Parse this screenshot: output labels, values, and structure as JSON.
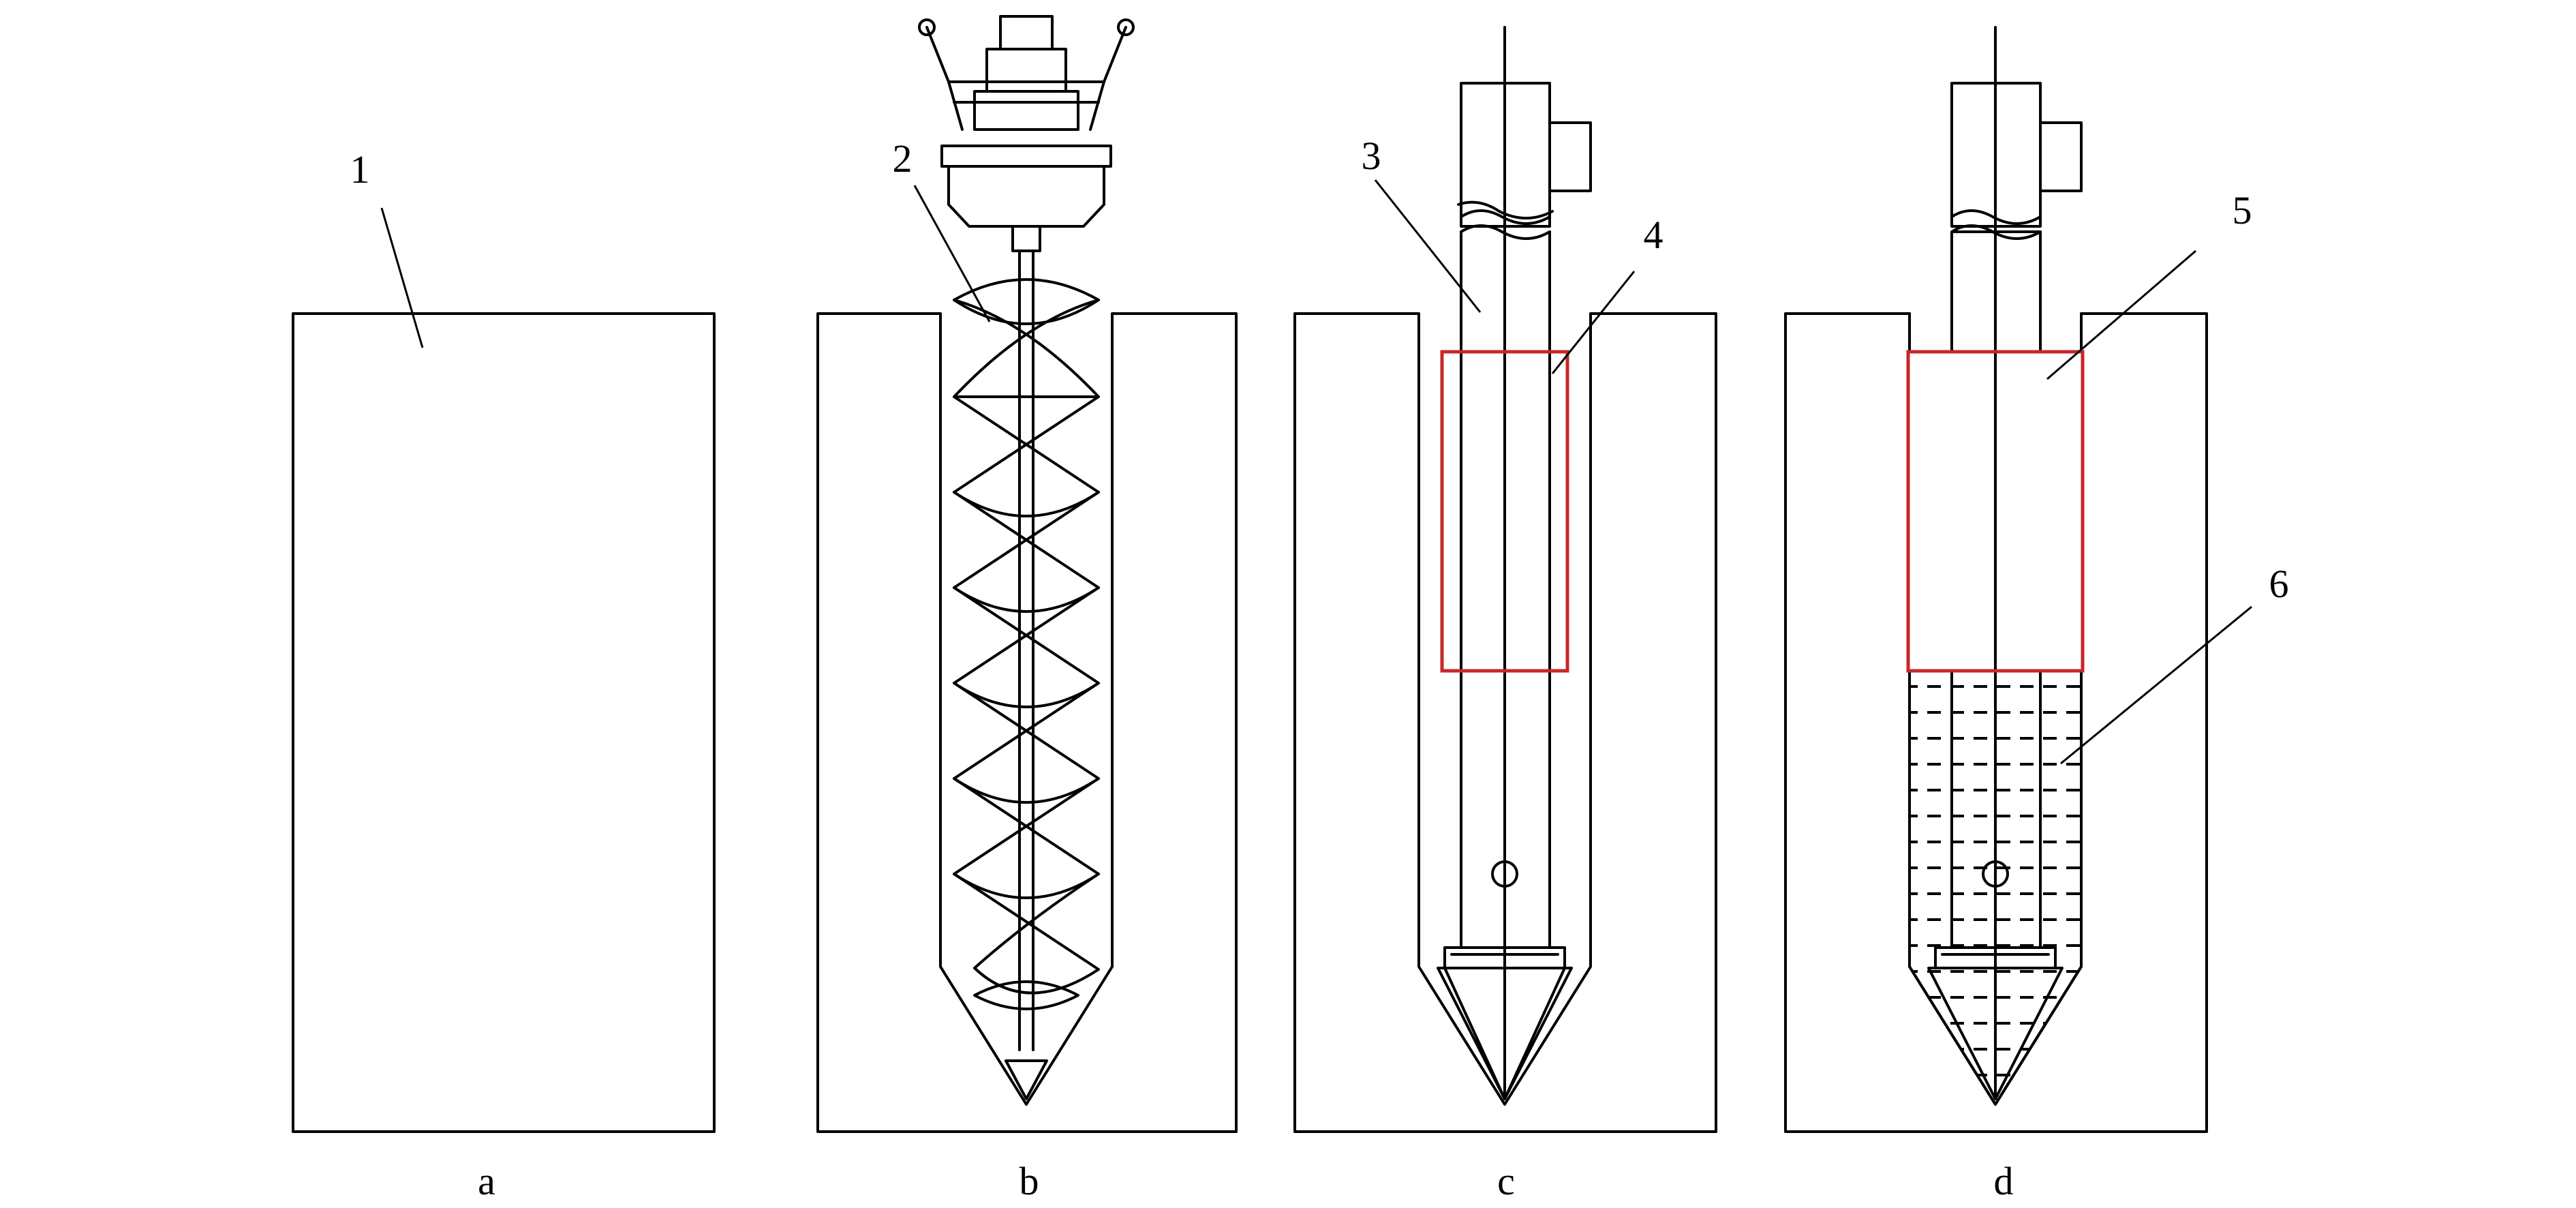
{
  "labels": {
    "callout_1": "1",
    "callout_2": "2",
    "callout_3": "3",
    "callout_4": "4",
    "callout_5": "5",
    "callout_6": "6"
  },
  "captions": {
    "a": "a",
    "b": "b",
    "c": "c",
    "d": "d"
  },
  "colors": {
    "outline": "#000000",
    "highlight": "#c62828",
    "background": "#ffffff"
  }
}
